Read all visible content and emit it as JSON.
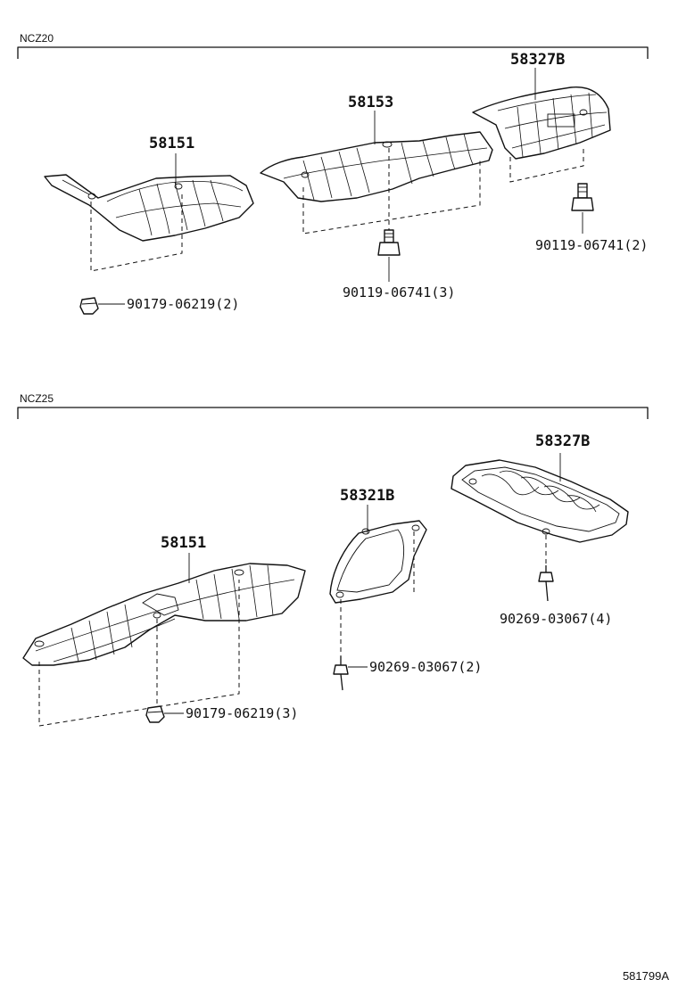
{
  "sections": [
    {
      "label": "NCZ20",
      "parts": [
        "58151",
        "58153",
        "58327B"
      ],
      "fasteners": [
        "90179-06219(2)",
        "90119-06741(3)",
        "90119-06741(2)"
      ]
    },
    {
      "label": "NCZ25",
      "parts": [
        "58151",
        "58321B",
        "58327B"
      ],
      "fasteners": [
        "90179-06219(3)",
        "90269-03067(2)",
        "90269-03067(4)"
      ]
    }
  ],
  "diagram_code": "581799A"
}
